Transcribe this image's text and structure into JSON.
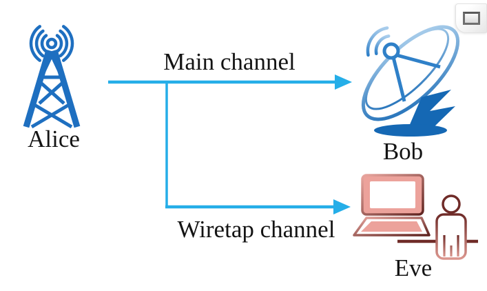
{
  "figure": {
    "type": "wiretap-channel-diagram",
    "nodes": [
      {
        "id": "alice",
        "label": "Alice",
        "icon": "radio-tower"
      },
      {
        "id": "bob",
        "label": "Bob",
        "icon": "satellite-dish"
      },
      {
        "id": "eve",
        "label": "Eve",
        "icon": "laptop-with-person"
      }
    ],
    "channels": [
      {
        "id": "main",
        "label": "Main channel",
        "from": "Alice",
        "to": "Bob"
      },
      {
        "id": "wiretap",
        "label": "Wiretap channel",
        "from": "Alice",
        "to": "Eve"
      }
    ],
    "icons": {
      "window_control": "maximize-box"
    },
    "colors": {
      "channel_arrow": "#25AEE8",
      "alice_icon_blue": "#1E6FC0",
      "bob_icon_dark": "#1568B4",
      "bob_icon_light": "#A9CDEC",
      "eve_icon_dark": "#6F2B28",
      "eve_icon_pink": "#ECA29B",
      "label_text": "#141414",
      "background": "#FFFFFF"
    }
  }
}
